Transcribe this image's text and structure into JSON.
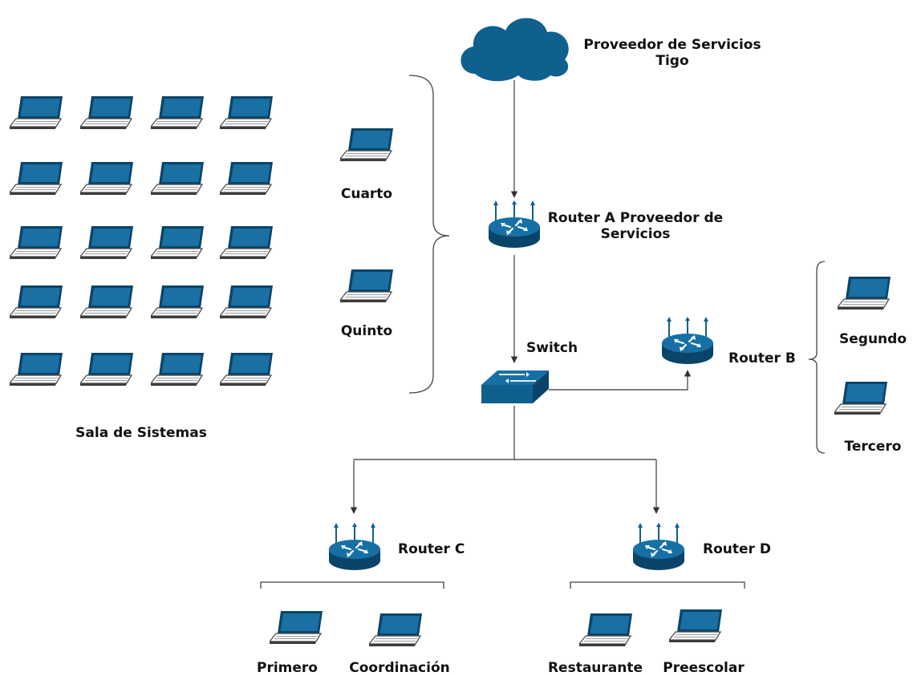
{
  "colors": {
    "device_fill": "#0f5f8f",
    "device_dark": "#0a4468",
    "screen": "#1a6fa3",
    "line": "#555555",
    "text": "#111111"
  },
  "labels": {
    "isp": "Proveedor de Servicios\nTigo",
    "router_a": "Router A Proveedor de\nServicios",
    "switch": "Switch",
    "router_b": "Router B",
    "router_c": "Router C",
    "router_d": "Router D",
    "cuarto": "Cuarto",
    "quinto": "Quinto",
    "segundo": "Segundo",
    "tercero": "Tercero",
    "sala": "Sala de Sistemas",
    "primero": "Primero",
    "coordinacion": "Coordinación",
    "restaurante": "Restaurante",
    "preescolar": "Preescolar"
  },
  "icons": {
    "cloud": "cloud-icon",
    "router": "router-icon",
    "switch": "switch-icon",
    "laptop": "laptop-icon"
  }
}
